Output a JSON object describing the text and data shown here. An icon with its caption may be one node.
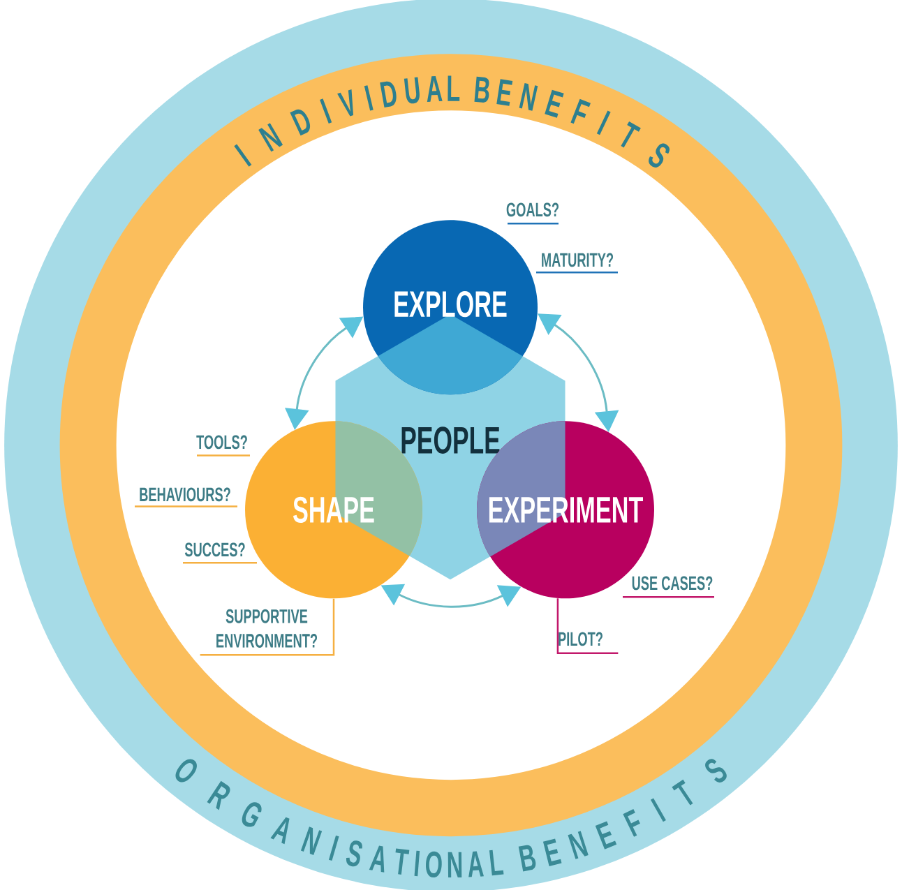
{
  "diagram": {
    "nodes": [
      {
        "text": [
          "ORGANISATIONAL BENEFITS"
        ]
      },
      {
        "text": [
          "INDIVIDUAL BENEFITS"
        ],
        "in": 0
      },
      {
        "text": [
          "PEOPLE"
        ],
        "in": 1
      },
      {
        "text": [
          "EXPLORE"
        ],
        "in": 1,
        "beside": [
          "GOALS?",
          "MATURITY?"
        ]
      },
      {
        "text": [
          "SHAPE"
        ],
        "in": 1,
        "beside": [
          "TOOLS?",
          "BEHAVIOURS?",
          "SUCCES?"
        ]
      },
      {
        "text": [
          "EXPERIMENT"
        ],
        "in": 1,
        "beside": [
          "USE CASES?"
        ]
      },
      {
        "text": [
          "SUPPORTIVE ENVIRONMENT?"
        ],
        "in": 1
      },
      {
        "text": [
          "PILOT?"
        ],
        "in": 1
      }
    ],
    "edges": [
      {
        "from": 3,
        "to": 4,
        "arrow": "both"
      },
      {
        "from": 3,
        "to": 5,
        "arrow": "both"
      },
      {
        "from": 4,
        "to": 5,
        "arrow": "both"
      },
      {
        "from": 6,
        "to": 4,
        "arrow": "none",
        "color": "#f5b042"
      },
      {
        "from": 7,
        "to": 5,
        "arrow": "none",
        "color": "#c2186b"
      }
    ]
  }
}
